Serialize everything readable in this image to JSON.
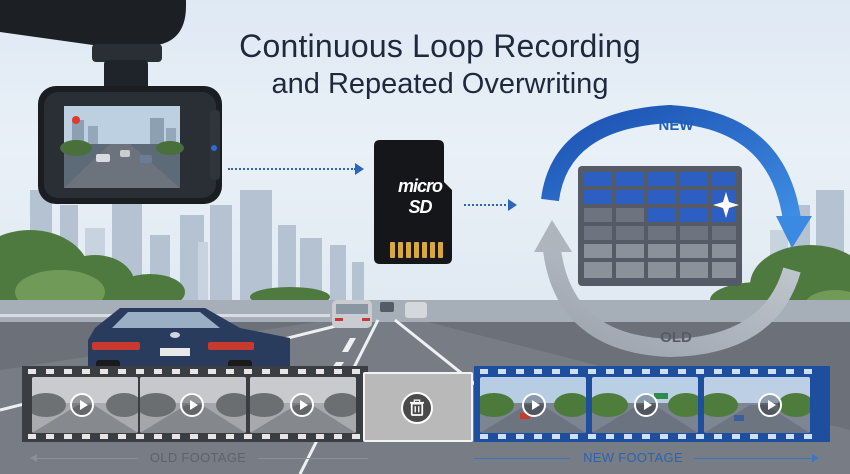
{
  "title": {
    "line1": "Continuous Loop Recording",
    "line2": "and Repeated Overwriting"
  },
  "sd_card": {
    "label": "micro SD"
  },
  "loop": {
    "new_label": "NEW",
    "old_label": "OLD"
  },
  "timeline": {
    "old_label": "OLD FOOTAGE",
    "new_label": "NEW FOOTAGE"
  },
  "icons": [
    "dashcam-icon",
    "sdcard-icon",
    "play-icon",
    "trash-icon",
    "loop-arrow-icon"
  ],
  "colors": {
    "title": "#1e2a3c",
    "accent_blue": "#2a67b8",
    "old_gray": "#5d636b"
  }
}
